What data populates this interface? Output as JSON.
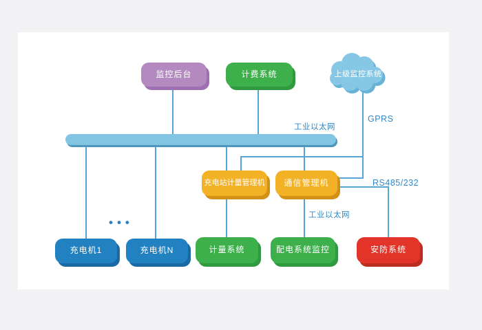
{
  "diagram": {
    "nodes": {
      "monitor_backend": "监控后台",
      "billing_system": "计费系统",
      "upper_monitoring_system": "上级监控系统",
      "station_metering_manager": "充电站计量管理机",
      "communication_manager": "通信管理机",
      "charger_1": "充电机1",
      "charger_n": "充电机N",
      "metering_system": "计量系统",
      "power_distribution_monitoring": "配电系统监控",
      "security_system": "安防系统"
    },
    "labels": {
      "bus_network": "工业以太网",
      "gprs": "GPRS",
      "rs485": "RS485/232",
      "lower_network": "工业以太网",
      "ellipsis": "•••"
    },
    "colors": {
      "purple": "#b389c0",
      "green": "#3db04b",
      "blue": "#2181c1",
      "orange": "#f3b125",
      "red": "#e23429",
      "cloud": "#87c7e6",
      "bus": "#82c5e3",
      "connector": "#57a4d6",
      "label_text": "#3188c7",
      "background": "#f2f2f4",
      "canvas": "#ffffff"
    }
  }
}
